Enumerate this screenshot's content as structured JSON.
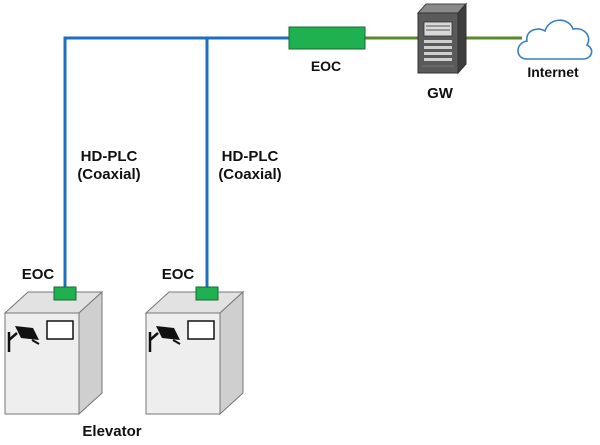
{
  "labels": {
    "eoc_top": "EOC",
    "gateway": "GW",
    "internet": "Internet",
    "link1_line1": "HD-PLC",
    "link1_line2": "(Coaxial)",
    "link2_line1": "HD-PLC",
    "link2_line2": "(Coaxial)",
    "eoc_left": "EOC",
    "eoc_middle": "EOC",
    "elevator": "Elevator"
  },
  "colors": {
    "coax_line": "#1f6fc0",
    "ethernet_line": "#5a8a2a",
    "eoc_fill": "#1fb04f",
    "eoc_stroke": "#1a6a30",
    "server_body": "#5a5a5a",
    "cloud_stroke": "#3b7fc4",
    "cabinet_front": "#eeeeee",
    "cabinet_side": "#cfcfcf",
    "cabinet_top": "#e2e2e2"
  },
  "icons": {
    "gateway": "server-tower-icon",
    "internet": "cloud-icon",
    "eoc": "eoc-adapter-icon",
    "camera": "security-camera-icon",
    "elevator": "elevator-cabinet-icon"
  }
}
